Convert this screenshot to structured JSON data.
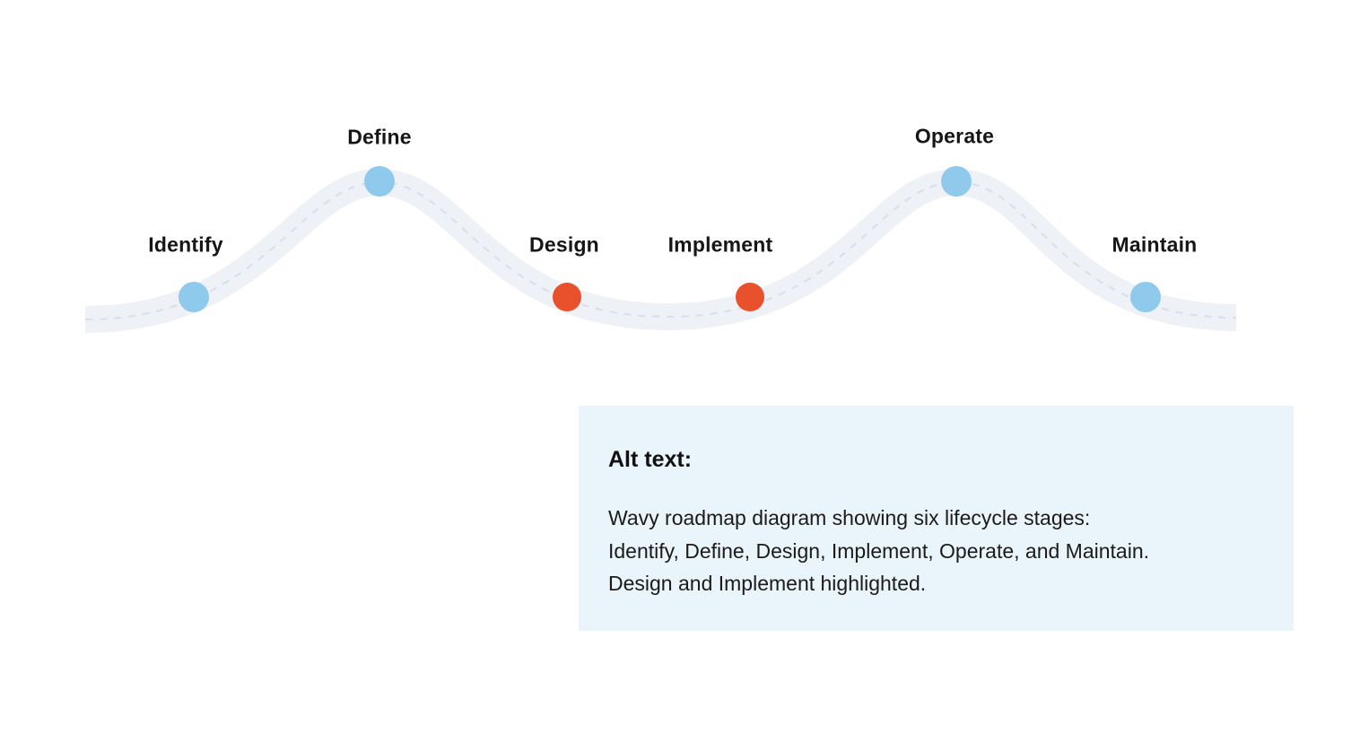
{
  "page": {
    "background": "#FFFFFF"
  },
  "roadmap": {
    "stages": [
      {
        "label": "Identify",
        "color": "#8FC9EB",
        "highlighted": false
      },
      {
        "label": "Define",
        "color": "#8FC9EB",
        "highlighted": false
      },
      {
        "label": "Design",
        "color": "#E8512B",
        "highlighted": true
      },
      {
        "label": "Implement",
        "color": "#E8512B",
        "highlighted": true
      },
      {
        "label": "Operate",
        "color": "#8FC9EB",
        "highlighted": false
      },
      {
        "label": "Maintain",
        "color": "#8FC9EB",
        "highlighted": false
      }
    ],
    "colors": {
      "band": "#EEF1F5",
      "dash": "#D9DFE6",
      "dot_default": "#8FC9EB",
      "dot_highlight": "#E8512B",
      "label_text": "#161616"
    }
  },
  "alt_panel": {
    "heading": "Alt text:",
    "lines": [
      "Wavy roadmap diagram showing six lifecycle stages:",
      "Identify, Define, Design, Implement, Operate, and Maintain.",
      "Design and Implement highlighted."
    ],
    "full_text": "Wavy roadmap diagram showing six lifecycle stages: Identify, Define, Design, Implement, Operate, and Maintain. Design and Implement highlighted.",
    "background": "#E9F4FB"
  }
}
